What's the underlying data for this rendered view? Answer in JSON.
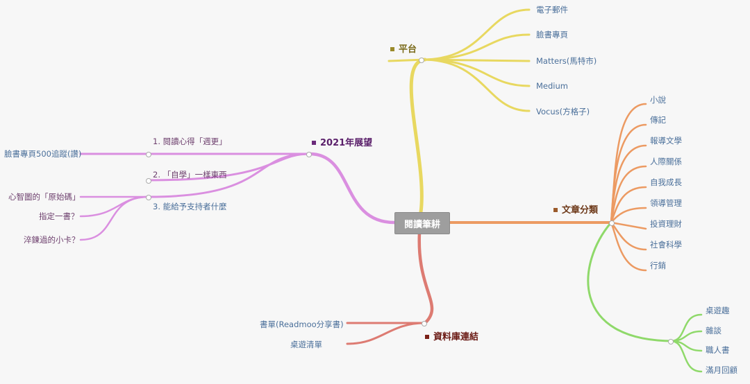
{
  "center": "閱讀筆耕",
  "colors": {
    "platform": "#e8d860",
    "categories": "#ec9a62",
    "database": "#dd7b72",
    "outlook": "#da8fe0",
    "green": "#8fd96a"
  },
  "platform": {
    "title": "平台",
    "items": [
      "電子郵件",
      "臉書專頁",
      "Matters(馬特市)",
      "Medium",
      "Vocus(方格子)"
    ]
  },
  "categories": {
    "title": "文章分類",
    "items": [
      "小說",
      "傳記",
      "報導文學",
      "人際關係",
      "自我成長",
      "領導管理",
      "投資理財",
      "社會科學",
      "行銷"
    ],
    "sub_items": [
      "桌遊趣",
      "雜談",
      "職人書",
      "滿月回顧"
    ]
  },
  "database": {
    "title": "資料庫連結",
    "items": [
      "書單(Readmoo分享書)",
      "桌遊清單"
    ]
  },
  "outlook": {
    "title": "2021年展望",
    "items": [
      {
        "label": "1. 閱讀心得「週更」",
        "children": [
          "臉書專頁500追蹤(讚)"
        ]
      },
      {
        "label": "2. 「自學」一樣東西",
        "children": []
      },
      {
        "label": "3. 能給予支持者什麼",
        "children": [
          "心智圖的「原始碼」",
          "指定一書？",
          "淬鍊過的小卡？"
        ]
      }
    ]
  }
}
